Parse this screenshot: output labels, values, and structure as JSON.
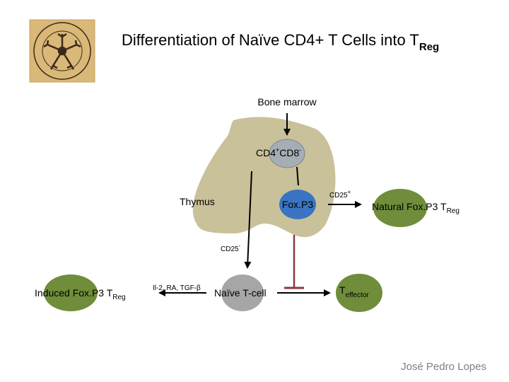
{
  "title": {
    "main": "Differentiation of Naïve CD4+ T Cells into T",
    "sub": "Reg"
  },
  "nodes": {
    "bone_marrow": "Bone marrow",
    "cd4_cd8": {
      "a": "CD4",
      "a_sup": "+",
      "b": "CD8",
      "b_sup": "-"
    },
    "thymus": "Thymus",
    "foxp3": "Fox.P3",
    "natural_treg": {
      "main": "Natural Fox.P3 T",
      "sub": "Reg"
    },
    "induced_treg": {
      "main": "Induced Fox.P3 T",
      "sub": "Reg"
    },
    "naive_tcell": "Naïve T-cell",
    "teffector": {
      "main": "T",
      "sub": "effector"
    }
  },
  "edges": {
    "cd25_plus": {
      "main": "CD25",
      "sup": "+"
    },
    "cd25_minus": {
      "main": "CD25",
      "sup": "-"
    },
    "cytokines": "Il-2, RA, TGF-β"
  },
  "footer": {
    "author": "José Pedro Lopes"
  },
  "colors": {
    "thymus": "#c8c19a",
    "cd4cd8": "#a6aeb5",
    "foxp3": "#3a74c2",
    "treg": "#6f8d3a",
    "naive": "#a6a6a6",
    "inhibit": "#8b3a3a",
    "seal_bg": "#d9b878",
    "seal_ink": "#3b2a1a"
  }
}
